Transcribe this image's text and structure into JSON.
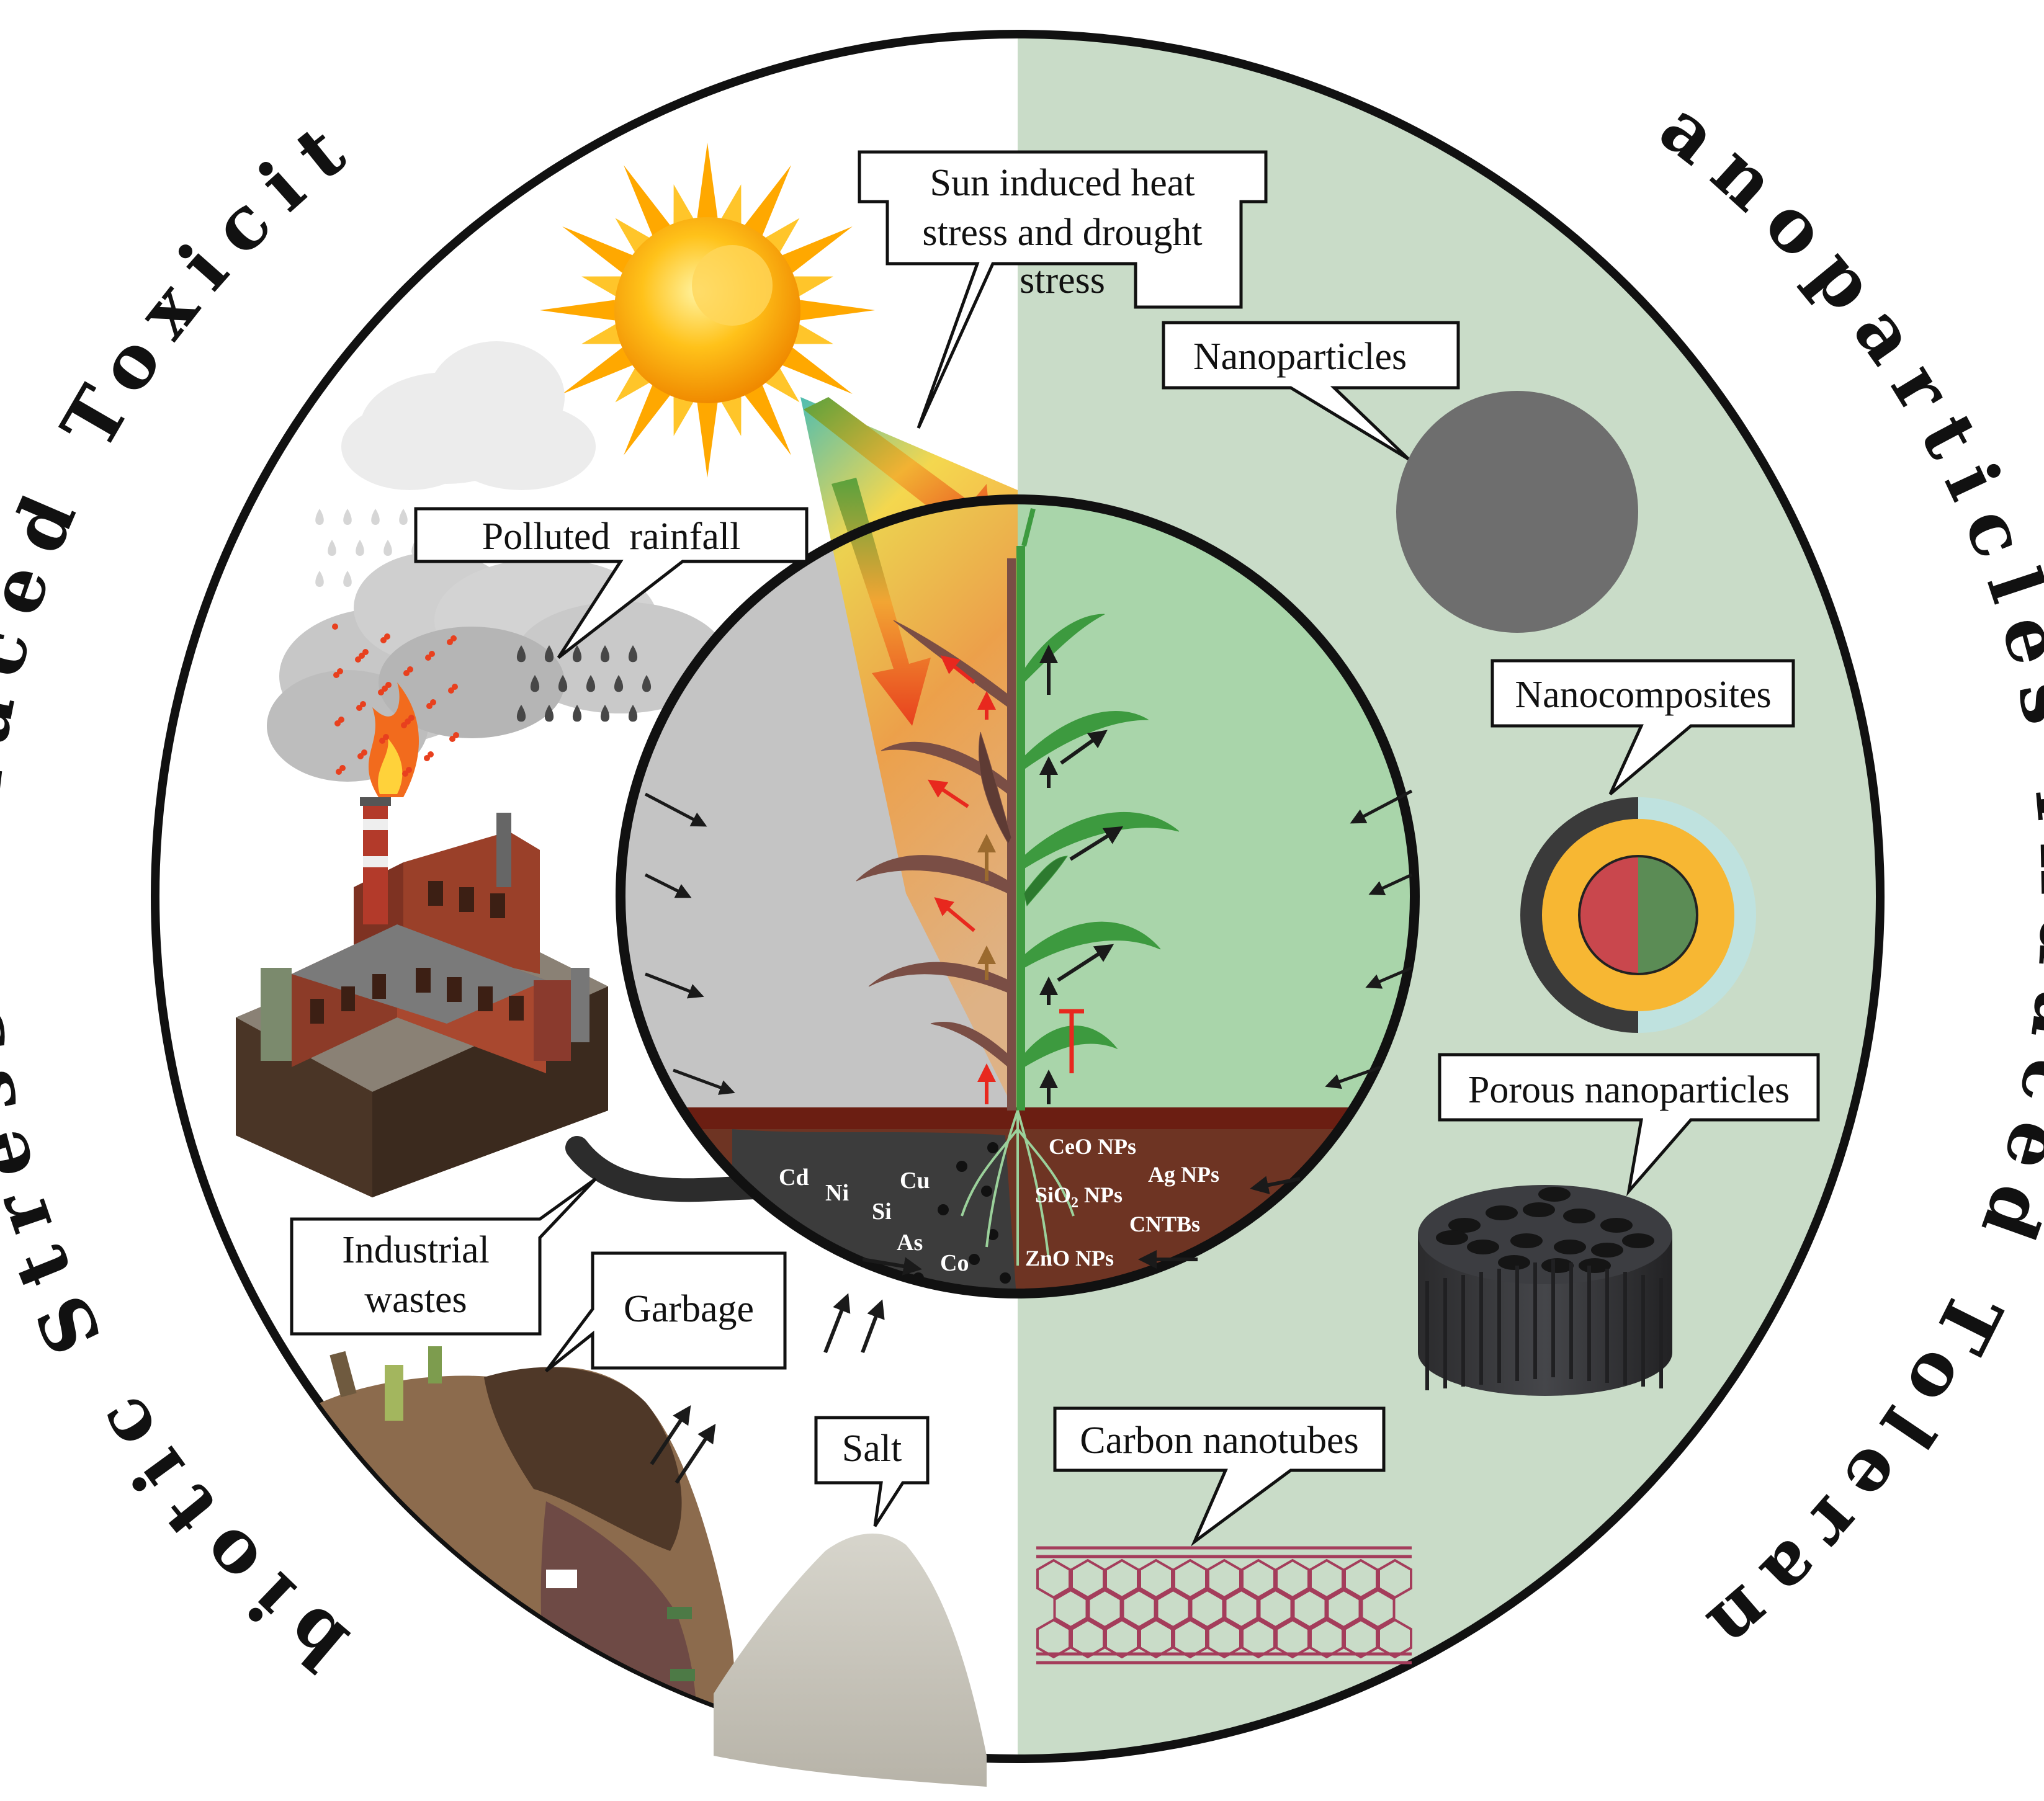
{
  "titles": {
    "left_arc": "Abiotic Stress Induced Toxicity",
    "right_arc": "Nanoparticles Induced Tolerance"
  },
  "stressors": {
    "sun": "Sun induced heat stress and drought stress",
    "sun_lines": [
      "Sun induced heat",
      "stress and drought",
      "stress"
    ],
    "rain": "Polluted  rainfall",
    "industrial_lines": [
      "Industrial",
      "wastes"
    ],
    "garbage": "Garbage",
    "salt": "Salt"
  },
  "heavy_metals": [
    "Cd",
    "Ni",
    "Cu",
    "Si",
    "As",
    "Co"
  ],
  "soil_nps": {
    "ceo": "CeO NPs",
    "ag": "Ag NPs",
    "sio2_a": "SiO",
    "sio2_sub": "2",
    "sio2_b": " NPs",
    "cntbs": "CNTBs",
    "zno": "ZnO NPs"
  },
  "nanomaterials": {
    "nanoparticles": "Nanoparticles",
    "nanocomposites": "Nanocomposites",
    "porous": "Porous nanoparticles",
    "cnt": "Carbon nanotubes"
  },
  "colors": {
    "right_bg": "#c9dcc8",
    "inner_left": "#c4c4c4",
    "inner_right": "#a9d5aa",
    "soil_top": "#6b1e12",
    "soil": "#6e3423",
    "stress_arrow": "#e8281e",
    "cnt": "#a43d5b",
    "nanoparticle": "#6e6e6e",
    "core_red": "#c9474d",
    "core_green": "#5b8c55",
    "shell_yellow": "#f7b733",
    "shell_dark": "#3a3a3a",
    "shell_light": "#bfe2df"
  }
}
